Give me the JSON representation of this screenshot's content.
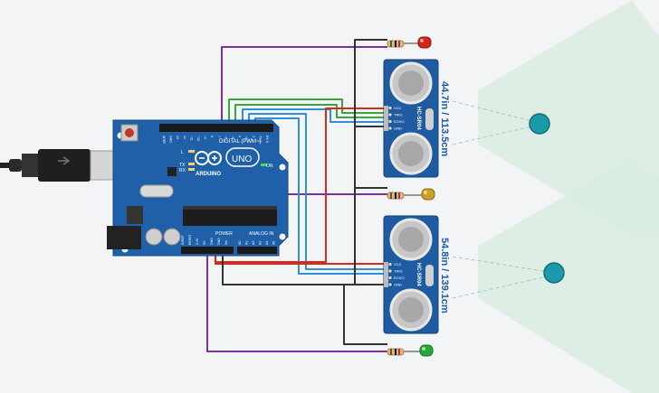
{
  "arduino": {
    "brand": "ARDUINO",
    "model": "UNO",
    "digital_label": "DIGITAL (PWM~)",
    "analog_label": "ANALOG IN",
    "power_label": "POWER",
    "on_label": "ON",
    "tx_label": "TX",
    "rx_label": "RX",
    "l_label": "L",
    "digital_pins": [
      "AREF",
      "GND",
      "13",
      "12",
      "~11",
      "~10",
      "~9",
      "8",
      "7",
      "~6",
      "~5",
      "4",
      "~3",
      "2",
      "TX 1",
      "RX 0"
    ],
    "power_pins": [
      "IOREF",
      "RESET",
      "3.3V",
      "5V",
      "GND",
      "GND",
      "Vin"
    ],
    "analog_pins": [
      "A0",
      "A1",
      "A2",
      "A3",
      "A4",
      "A5"
    ]
  },
  "sensors": [
    {
      "model": "HC-SR04",
      "pins": [
        "VCC",
        "TRIG",
        "ECHO",
        "GND"
      ],
      "reading": "44.7in / 113.5cm"
    },
    {
      "model": "HC-SR04",
      "pins": [
        "VCC",
        "TRIG",
        "ECHO",
        "GND"
      ],
      "reading": "54.8in / 139.1cm"
    }
  ],
  "leds": [
    {
      "color": "red",
      "hex": "#d0271d"
    },
    {
      "color": "yellow",
      "hex": "#c9a227"
    },
    {
      "color": "green",
      "hex": "#27a737"
    }
  ],
  "colors": {
    "board": "#2060a8",
    "sensor": "#1e5ba0",
    "wire_purple": "#7b3294",
    "wire_green": "#3aa53a",
    "wire_blue": "#2f8fd8",
    "wire_red": "#d62a1e",
    "wire_black": "#333333",
    "target": "#1b9aaa",
    "cone": "#d7ecdf"
  }
}
